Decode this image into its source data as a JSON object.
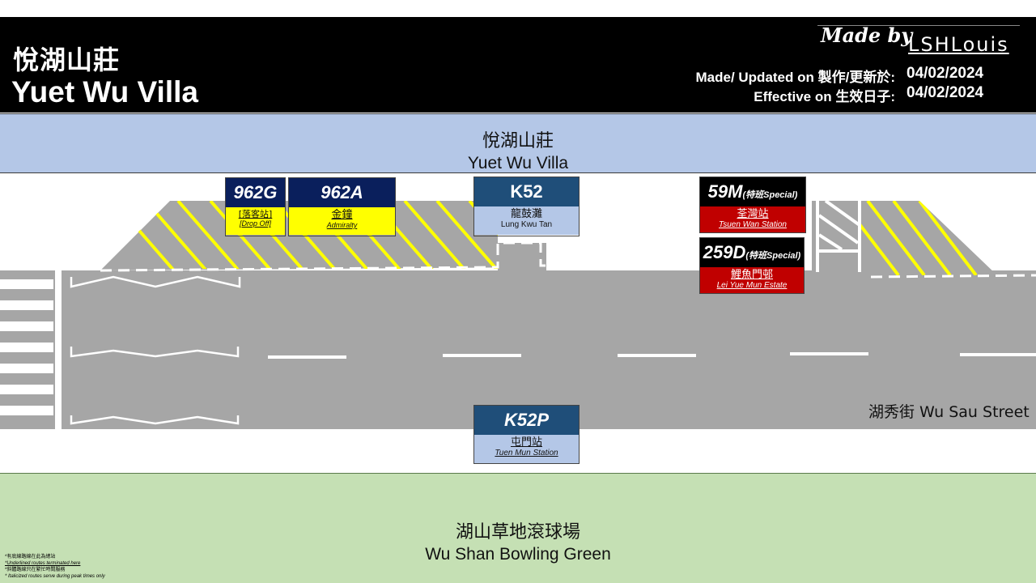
{
  "header": {
    "title_zh": "悅湖山莊",
    "title_en": "Yuet Wu Villa",
    "credit_made": "Made by",
    "credit_author": "LSHLouis",
    "updated_label": "Made/ Updated on 製作/更新於:",
    "updated_date": "04/02/2024",
    "effective_label": "Effective on 生效日子:",
    "effective_date": "04/02/2024"
  },
  "villa_zone": {
    "name_zh": "悅湖山莊",
    "name_en": "Yuet Wu Villa"
  },
  "green_zone": {
    "name_zh": "湖山草地滾球場",
    "name_en": "Wu Shan Bowling Green"
  },
  "street": {
    "label": "湖秀街 Wu Sau Street"
  },
  "stops": {
    "s962g": {
      "route": "962G",
      "dest_zh": "[落客站]",
      "dest_en": "[Drop Off]"
    },
    "s962a": {
      "route": "962A",
      "dest_zh": "金鐘",
      "dest_en": "Admiralty"
    },
    "sk52": {
      "route": "K52",
      "dest_zh": "龍鼓灘",
      "dest_en": "Lung Kwu Tan"
    },
    "s59m": {
      "route": "59M",
      "note": "(特班Special)",
      "dest_zh": "荃灣站",
      "dest_en": "Tsuen Wan Station"
    },
    "s259d": {
      "route": "259D",
      "note": "(特班Special)",
      "dest_zh": "鯉魚門邨",
      "dest_en": "Lei Yue Mun Estate"
    },
    "sk52p": {
      "route": "K52P",
      "dest_zh": "屯門站",
      "dest_en": "Tuen Mun Station"
    }
  },
  "legend": [
    "*有底線路線在此為總站",
    "*Underlined routes terminated here",
    "*斜體路線只在繁忙時間服務",
    "* Italicized routes serve during peak times only"
  ],
  "colors": {
    "header_bg": "#000000",
    "villa_zone": "#b4c7e7",
    "green_zone": "#c5e0b4",
    "road": "#a6a6a6",
    "hatch": "#ffff00",
    "navy_sign": "#0a1f5c",
    "teal_sign": "#1f4e79",
    "red_sign": "#c00000"
  }
}
